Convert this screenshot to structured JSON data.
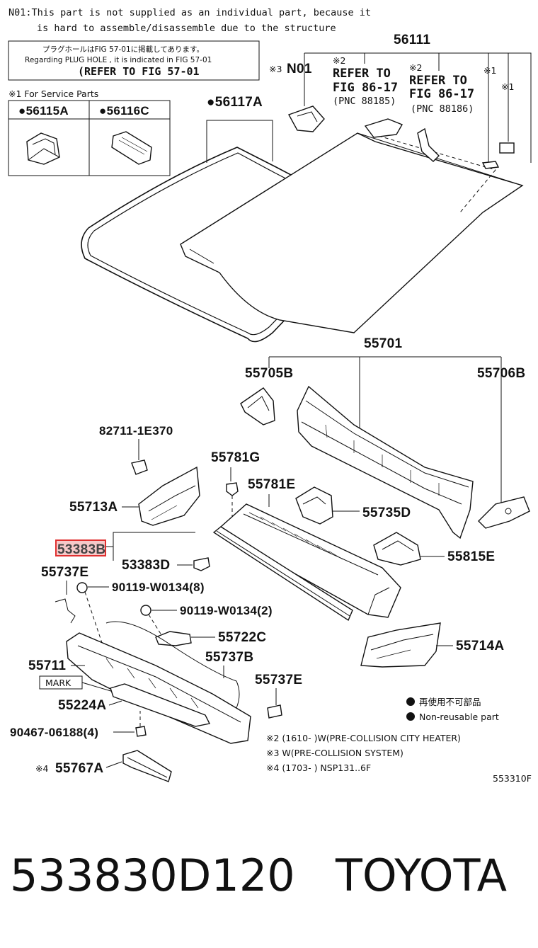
{
  "notes": {
    "n01_line1": "N01:This part is not supplied as an individual part,  because it",
    "n01_line2": "is hard to assemble/disassemble due to the structure",
    "box_jp": "プラグホールはFIG 57-01に掲載してあります。",
    "box_en": "Regarding  PLUG  HOLE , it is indicated in FIG  57-01",
    "box_refer": "(REFER  TO  FIG  57-01",
    "service_parts": "※1 For Service Parts"
  },
  "service_table": {
    "col1": "●56115A",
    "col2": "●56116C"
  },
  "labels": {
    "p56117A": "●56117A",
    "p56111": "56111",
    "pN01": "N01",
    "n01_mark": "※3",
    "ref1_mark": "※2",
    "ref1_line1": "REFER  TO",
    "ref1_line2": "FIG 86-17",
    "ref1_line3": "(PNC 88185)",
    "ref2_mark": "※2",
    "ref2_line1": "REFER  TO",
    "ref2_line2": "FIG 86-17",
    "ref2_line3": "(PNC 88186)",
    "mark_s1a": "※1",
    "mark_s1b": "※1",
    "p55701": "55701",
    "p55705B": "55705B",
    "p55706B": "55706B",
    "p82711": "82711-1E370",
    "p55781G": "55781G",
    "p55781E": "55781E",
    "p55713A": "55713A",
    "p55735D": "55735D",
    "p53383B": "53383B",
    "p53383D": "53383D",
    "p55815E": "55815E",
    "p55737E_top": "55737E",
    "p90119_8": "90119-W0134(8)",
    "p90119_2": "90119-W0134(2)",
    "p55722C": "55722C",
    "p55714A": "55714A",
    "p55711": "55711",
    "p55737B": "55737B",
    "mark_box": "MARK",
    "p55737E_bot": "55737E",
    "p55224A": "55224A",
    "p90467": "90467-06188(4)",
    "p55767A_mark": "※4",
    "p55767A": "55767A"
  },
  "legend": {
    "jp": "再使用不可部品",
    "en": "Non-reusable part",
    "note2": "※2 (1610-      )W(PRE-COLLISION CITY HEATER)",
    "note3": "※3 W(PRE-COLLISION SYSTEM)",
    "note4": "※4 (1703-        ) NSP131..6F"
  },
  "figure_code": "553310F",
  "footer": {
    "part_number": "533830D120",
    "brand": "TOYOTA"
  },
  "colors": {
    "highlight": "#e03030",
    "highlight_fill": "#f6c9c9",
    "ink": "#111111"
  }
}
